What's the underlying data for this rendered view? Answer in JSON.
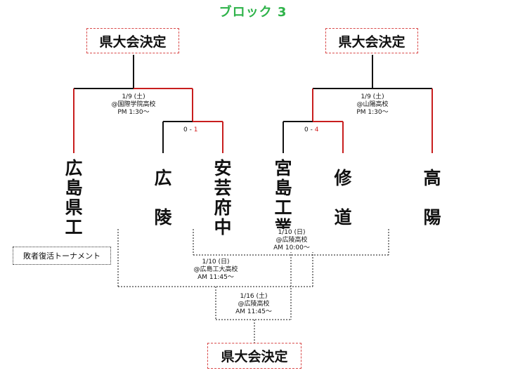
{
  "title": "ブロック 3",
  "prefectural_box_label": "県大会決定",
  "repechage_label": "敗者復活トーナメント",
  "teams": [
    "広島県工",
    "広陵",
    "安芸府中",
    "宮島工業",
    "修道",
    "高陽"
  ],
  "left_bracket": {
    "date": "1/9 (土)",
    "venue": "@国際学院高校",
    "time": "PM 1:30〜",
    "score_left": "0",
    "score_sep": " - ",
    "score_right": "1"
  },
  "right_bracket": {
    "date": "1/9 (土)",
    "venue": "@山陽高校",
    "time": "PM 1:30〜",
    "score_left": "0",
    "score_sep": " - ",
    "score_right": "4"
  },
  "repechage_r1": {
    "date": "1/10 (日)",
    "venue": "@広陵高校",
    "time": "AM 10:00〜"
  },
  "repechage_r2": {
    "date": "1/10 (日)",
    "venue": "@広島工大高校",
    "time": "AM 11:45〜"
  },
  "repechage_final": {
    "date": "1/16 (土)",
    "venue": "@広陵高校",
    "time": "AM 11:45〜"
  },
  "colors": {
    "title": "#2fb34a",
    "winner_line": "#c81e1e",
    "line": "#111111",
    "box_border": "#d94a4a"
  }
}
